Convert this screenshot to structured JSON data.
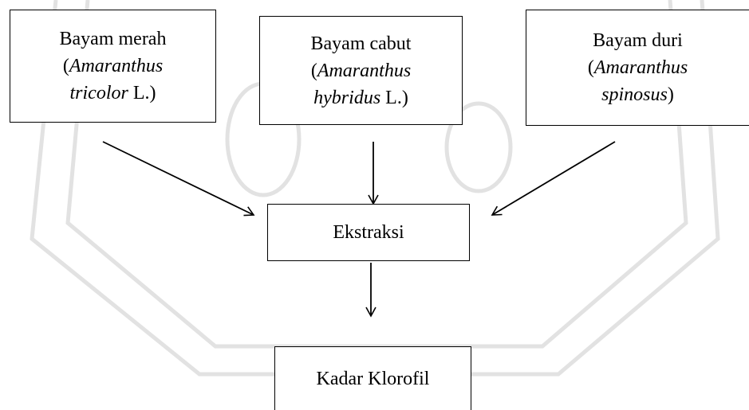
{
  "diagram": {
    "nodes": {
      "bayam_merah": {
        "name": "Bayam merah",
        "open": "(",
        "latin_genus": "Amaranthus",
        "latin_species": "tricolor",
        "author": " L.)"
      },
      "bayam_cabut": {
        "name": "Bayam cabut",
        "open": "(",
        "latin_genus": "Amaranthus",
        "latin_species": "hybridus",
        "author": " L.)"
      },
      "bayam_duri": {
        "name": "Bayam duri",
        "open": "(",
        "latin_genus": "Amaranthus",
        "latin_species": "spinosus",
        "close": ")"
      },
      "ekstraksi": {
        "label": "Ekstraksi"
      },
      "kadar_klorofil": {
        "label": "Kadar Klorofil"
      }
    },
    "edges": [
      {
        "from": "bayam_merah",
        "to": "ekstraksi"
      },
      {
        "from": "bayam_cabut",
        "to": "ekstraksi"
      },
      {
        "from": "bayam_duri",
        "to": "ekstraksi"
      },
      {
        "from": "ekstraksi",
        "to": "kadar_klorofil"
      }
    ]
  }
}
